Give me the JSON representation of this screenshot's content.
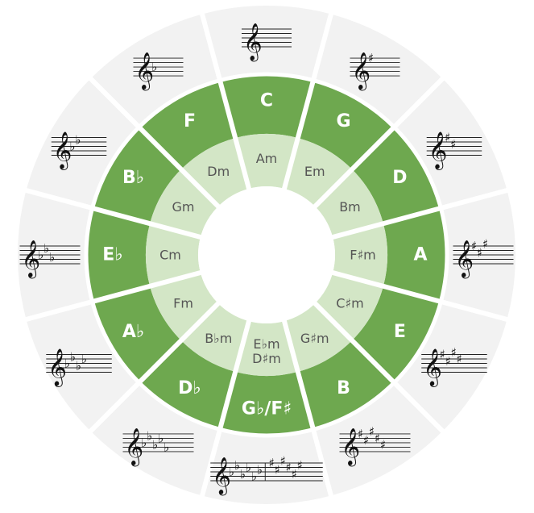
{
  "colors": {
    "outer_ring": "#f2f2f2",
    "major_ring": "#6ea84f",
    "minor_ring": "#d3e6c6",
    "center": "#ffffff",
    "divider": "#ffffff",
    "major_text": "#ffffff",
    "minor_text": "#555555",
    "notation": "#111111"
  },
  "segments": [
    {
      "major": "C",
      "minor": [
        "Am"
      ],
      "key_signature": {
        "type": "natural",
        "count": 0
      }
    },
    {
      "major": "G",
      "minor": [
        "Em"
      ],
      "key_signature": {
        "type": "sharp",
        "count": 1
      }
    },
    {
      "major": "D",
      "minor": [
        "Bm"
      ],
      "key_signature": {
        "type": "sharp",
        "count": 2
      }
    },
    {
      "major": "A",
      "minor": [
        "F♯m"
      ],
      "key_signature": {
        "type": "sharp",
        "count": 3
      }
    },
    {
      "major": "E",
      "minor": [
        "C♯m"
      ],
      "key_signature": {
        "type": "sharp",
        "count": 4
      }
    },
    {
      "major": "B",
      "minor": [
        "G♯m"
      ],
      "key_signature": {
        "type": "sharp",
        "count": 5
      }
    },
    {
      "major": "G♭/F♯",
      "minor": [
        "E♭m",
        "D♯m"
      ],
      "key_signature": {
        "type": "both",
        "flats": 6,
        "sharps": 6
      }
    },
    {
      "major": "D♭",
      "minor": [
        "B♭m"
      ],
      "key_signature": {
        "type": "flat",
        "count": 5
      }
    },
    {
      "major": "A♭",
      "minor": [
        "Fm"
      ],
      "key_signature": {
        "type": "flat",
        "count": 4
      }
    },
    {
      "major": "E♭",
      "minor": [
        "Cm"
      ],
      "key_signature": {
        "type": "flat",
        "count": 3
      }
    },
    {
      "major": "B♭",
      "minor": [
        "Gm"
      ],
      "key_signature": {
        "type": "flat",
        "count": 2
      }
    },
    {
      "major": "F",
      "minor": [
        "Dm"
      ],
      "key_signature": {
        "type": "flat",
        "count": 1
      }
    }
  ],
  "symbols": {
    "clef": "𝄞",
    "sharp": "♯",
    "flat": "♭"
  }
}
